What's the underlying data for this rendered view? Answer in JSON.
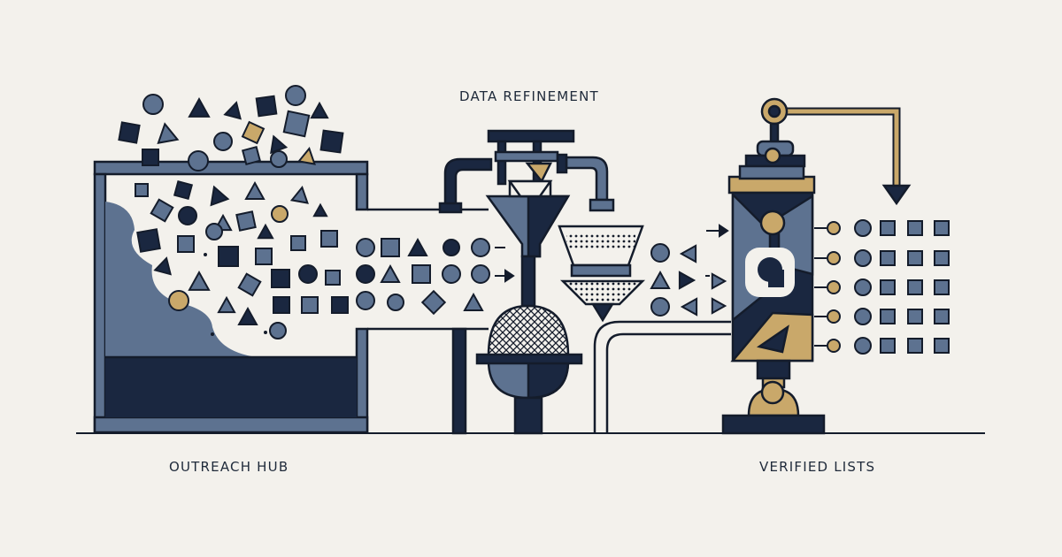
{
  "labels": {
    "refinement": "DATA REFINEMENT",
    "outreach_hub": "OUTREACH HUB",
    "verified_lists": "VERIFIED LISTS"
  },
  "colors": {
    "background": "#f3f1ec",
    "navy": "#1a2740",
    "slate": "#5d7290",
    "gold": "#c9a86a",
    "outline": "#141c2b",
    "ink": "#1f2a3a"
  }
}
